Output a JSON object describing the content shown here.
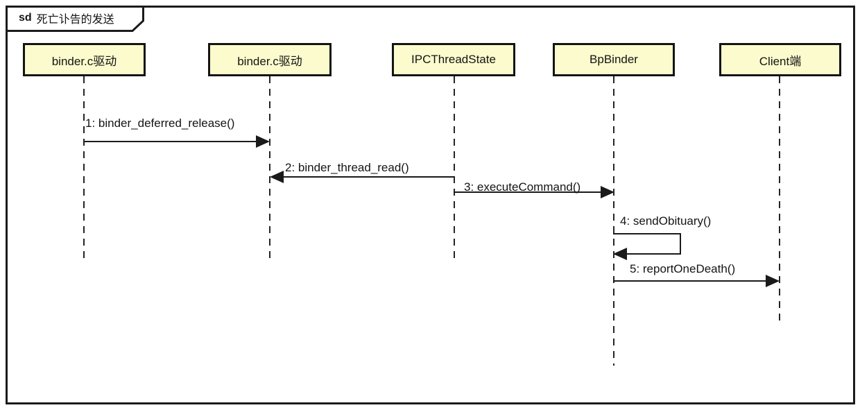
{
  "frame": {
    "keyword": "sd",
    "title": "死亡讣告的发送",
    "type": "uml-sequence-diagram"
  },
  "participants": [
    {
      "id": "binder-driver-1",
      "label": "binder.c驱动"
    },
    {
      "id": "binder-driver-2",
      "label": "binder.c驱动"
    },
    {
      "id": "ipc-thread-state",
      "label": "IPCThreadState"
    },
    {
      "id": "bpbinder",
      "label": "BpBinder"
    },
    {
      "id": "client",
      "label": "Client端"
    }
  ],
  "messages": [
    {
      "label": "1: binder_deferred_release()",
      "from": "binder.c驱动 (1)",
      "to": "binder.c驱动 (2)",
      "direction": "right"
    },
    {
      "label": "2: binder_thread_read()",
      "from": "IPCThreadState",
      "to": "binder.c驱动 (2)",
      "direction": "left"
    },
    {
      "label": "3: executeCommand()",
      "from": "IPCThreadState",
      "to": "BpBinder",
      "direction": "right"
    },
    {
      "label": "4: sendObituary()",
      "from": "BpBinder",
      "to": "BpBinder",
      "direction": "self"
    },
    {
      "label": "5: reportOneDeath()",
      "from": "BpBinder",
      "to": "Client端",
      "direction": "right"
    }
  ],
  "colors": {
    "participant_fill": "#fbfbcd",
    "line": "#1a1a1a",
    "background": "#ffffff"
  }
}
